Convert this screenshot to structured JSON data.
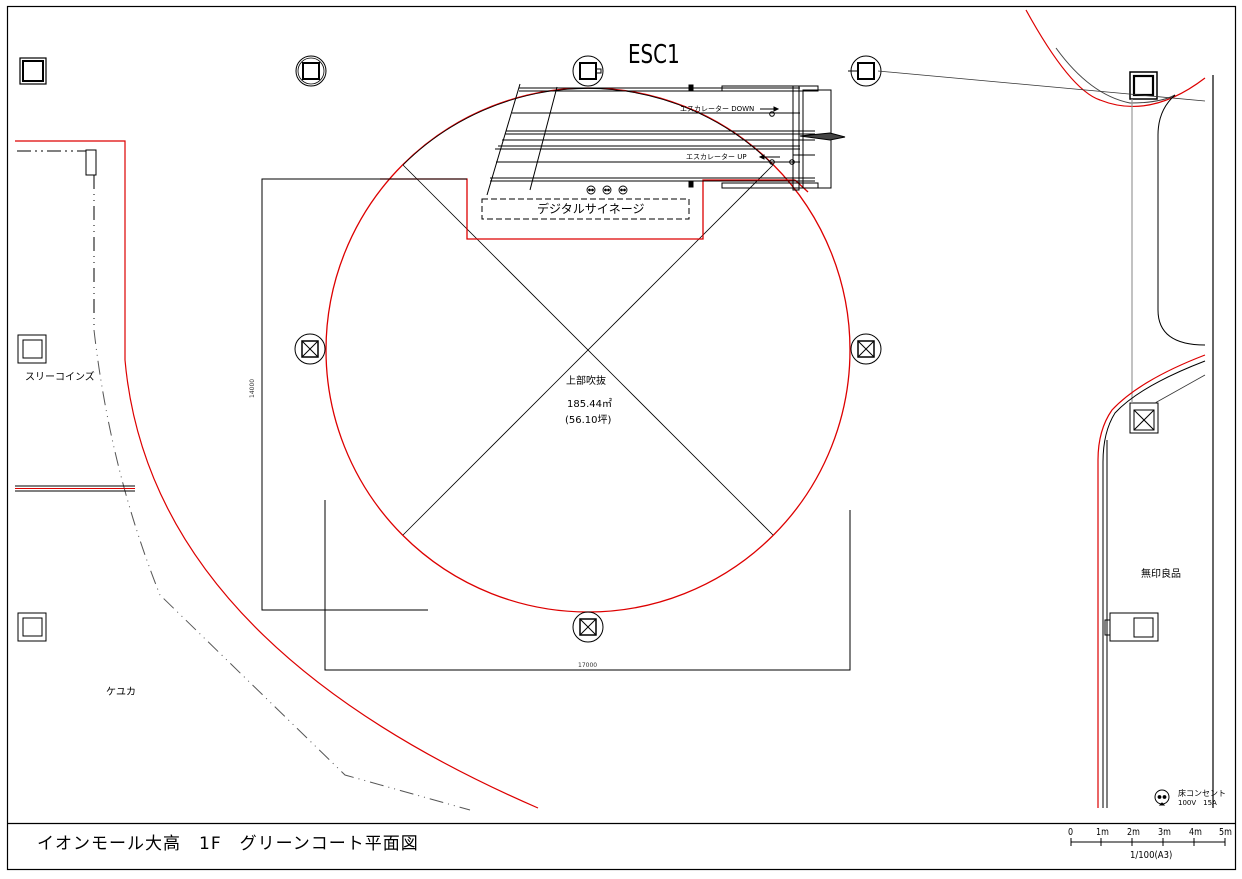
{
  "drawing": {
    "title": "イオンモール大高　1F　グリーンコート平面図",
    "escalator_id": "ESC1",
    "escalator_down_label": "エスカレーター DOWN",
    "escalator_up_label": "エスカレーター UP",
    "signage_label": "デジタルサイネージ",
    "void": {
      "label": "上部吹抜",
      "area_m2": "185.44㎡",
      "area_tsubo": "(56.10坪)"
    },
    "dimensions": {
      "vertical": "14000",
      "horizontal": "17000"
    },
    "stores": {
      "left_upper": "スリーコインズ",
      "left_lower": "ケユカ",
      "right": "無印良品"
    },
    "legend": {
      "outlet_label": "床コンセント",
      "outlet_spec": "100V　15A"
    },
    "scale_bar": {
      "ticks": [
        "0",
        "1m",
        "2m",
        "3m",
        "4m",
        "5m"
      ],
      "ratio": "1/100(A3)"
    }
  },
  "colors": {
    "line": "#000000",
    "accent_red": "#e00000",
    "gray": "#808080"
  }
}
